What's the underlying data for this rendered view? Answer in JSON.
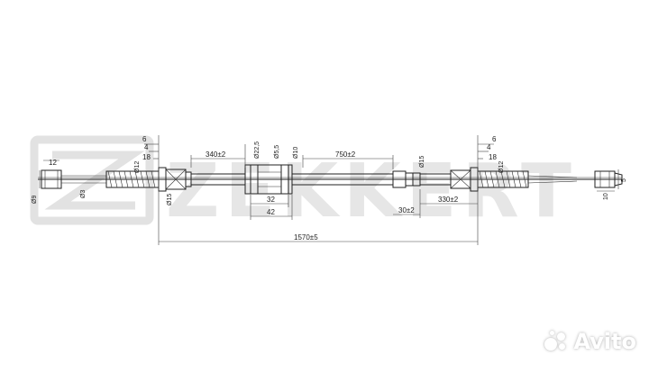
{
  "brand": {
    "name": "ZEKKERT",
    "watermark": "Avito"
  },
  "labels": {
    "d9": "Ø9",
    "len12": "12",
    "d12_left": "Ø12",
    "d3": "Ø3",
    "l6_left": "6",
    "l4_left": "4",
    "l18_left": "18",
    "d15_left": "Ø15",
    "l340": "340±2",
    "d22_5": "Ø22,5",
    "d5_5": "Ø5,5",
    "d10": "Ø10",
    "l32": "32",
    "l42": "42",
    "l750": "750±2",
    "d15_right": "Ø15",
    "l30": "30±2",
    "l330": "330±2",
    "l6_right": "6",
    "l4_right": "4",
    "l18_right": "18",
    "d12_right": "Ø12",
    "l5": "5",
    "l10": "10",
    "total": "1570±5"
  },
  "colors": {
    "line": "#222222",
    "watermark": "#e2e2e2",
    "background": "#ffffff"
  }
}
